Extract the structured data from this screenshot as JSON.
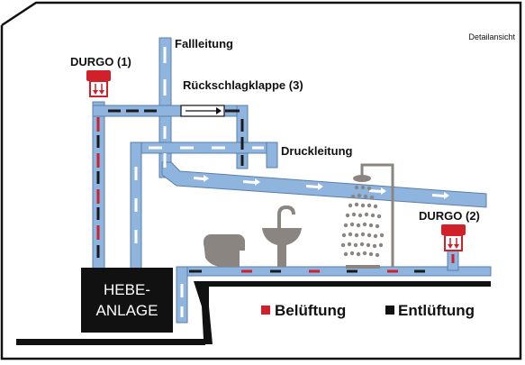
{
  "header": {
    "detail_label": "Detailansicht"
  },
  "labels": {
    "durgo_1": "DURGO (1)",
    "durgo_2": "DURGO (2)",
    "fallleitung": "Fallleitung",
    "rueckschlagklappe": "Rückschlagklappe (3)",
    "druckleitung": "Druckleitung"
  },
  "hebeanlage": {
    "line1": "HEBE-",
    "line2": "ANLAGE"
  },
  "legend": {
    "items": [
      {
        "label": "Belüftung",
        "color": "#d0202a"
      },
      {
        "label": "Entlüftung",
        "color": "#1a1a1a"
      }
    ]
  },
  "colors": {
    "pipe_fill": "#8fb5df",
    "pipe_stroke": "#5a7fa8",
    "valve_red": "#d0202a",
    "fixture_grey": "#8a8580",
    "unit_black": "#111111"
  },
  "icons": [
    "toilet-icon",
    "sink-icon",
    "shower-icon",
    "durgo-valve-icon",
    "check-valve-icon"
  ]
}
